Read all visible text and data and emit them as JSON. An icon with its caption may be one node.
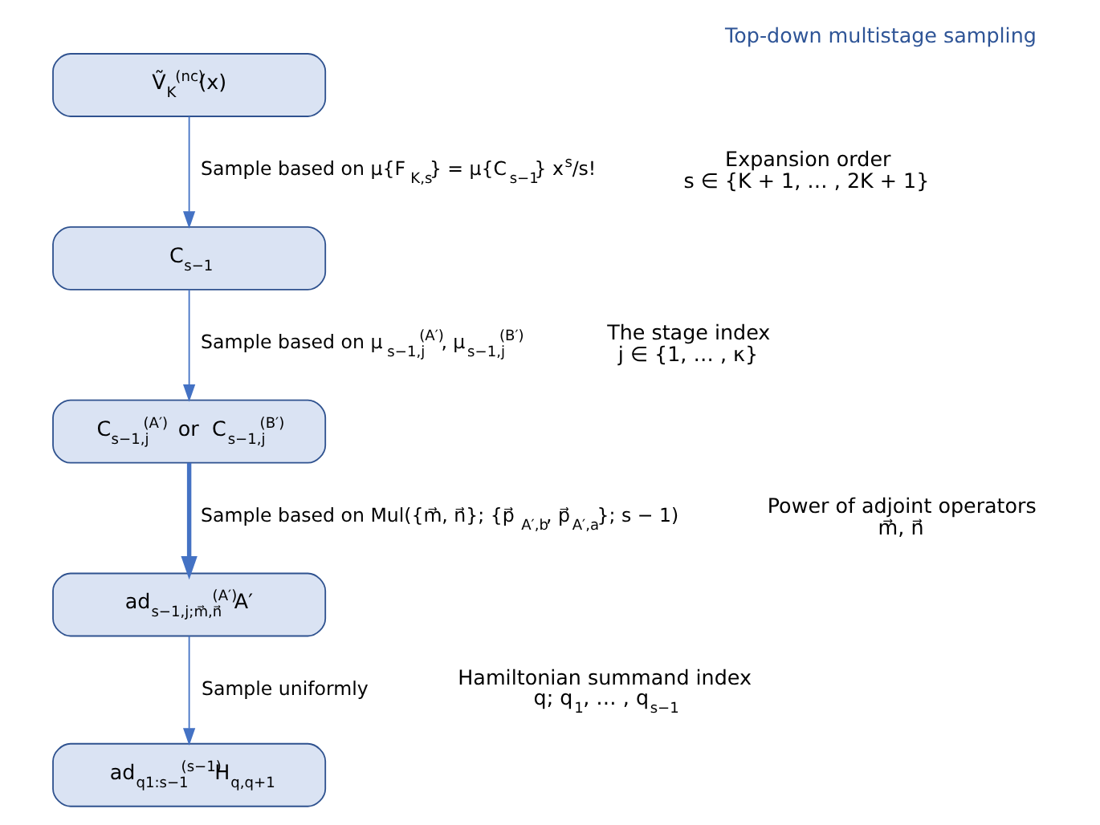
{
  "diagram": {
    "title": "Top-down multistage sampling",
    "nodes": [
      {
        "text": [
          "Ṽ$_{K}$$^{(nc)}$(x)"
        ]
      },
      {
        "text": [
          "C$_{s−1}$"
        ]
      },
      {
        "text": [
          "C$_{s−1,j}$$^{(A′)}$  or  C$_{s−1,j}$$^{(B′)}$"
        ]
      },
      {
        "text": [
          "ad$_{s−1,j;m⃗,n⃗}$$^{(A′)}$A′"
        ]
      },
      {
        "text": [
          "ad$_{q1:s−1}$$^{(s−1)}$H$_{q,q+1}$"
        ]
      }
    ],
    "edges": [
      {
        "from": 0,
        "to": 1,
        "arrow": "to",
        "label": "Sample based on μ{F$_{K,s}$} = μ{C$_{s−1}$} x$^{s}$/s!"
      },
      {
        "from": 1,
        "to": 2,
        "arrow": "to",
        "label": "Sample based on μ$_{s−1,j}$$^{(A′)}$, μ$_{s−1,j}$$^{(B′)}$"
      },
      {
        "from": 2,
        "to": 3,
        "arrow": "to",
        "style": "thick",
        "label": "Sample based on Mul({m⃗, n⃗}; {p⃗$_{A′,b}$, p⃗$_{A′,a}$}; s − 1)"
      },
      {
        "from": 3,
        "to": 4,
        "arrow": "to",
        "label": "Sample uniformly"
      }
    ],
    "labels": [
      "Expansion order",
      "s ∈ {K + 1, … , 2K + 1}",
      "The stage index",
      "j ∈ {1, … , κ}",
      "Power of adjoint operators",
      "m⃗, n⃗",
      "Hamiltonian summand index",
      "q; q$_{1}$, … , q$_{s−1}$"
    ]
  }
}
